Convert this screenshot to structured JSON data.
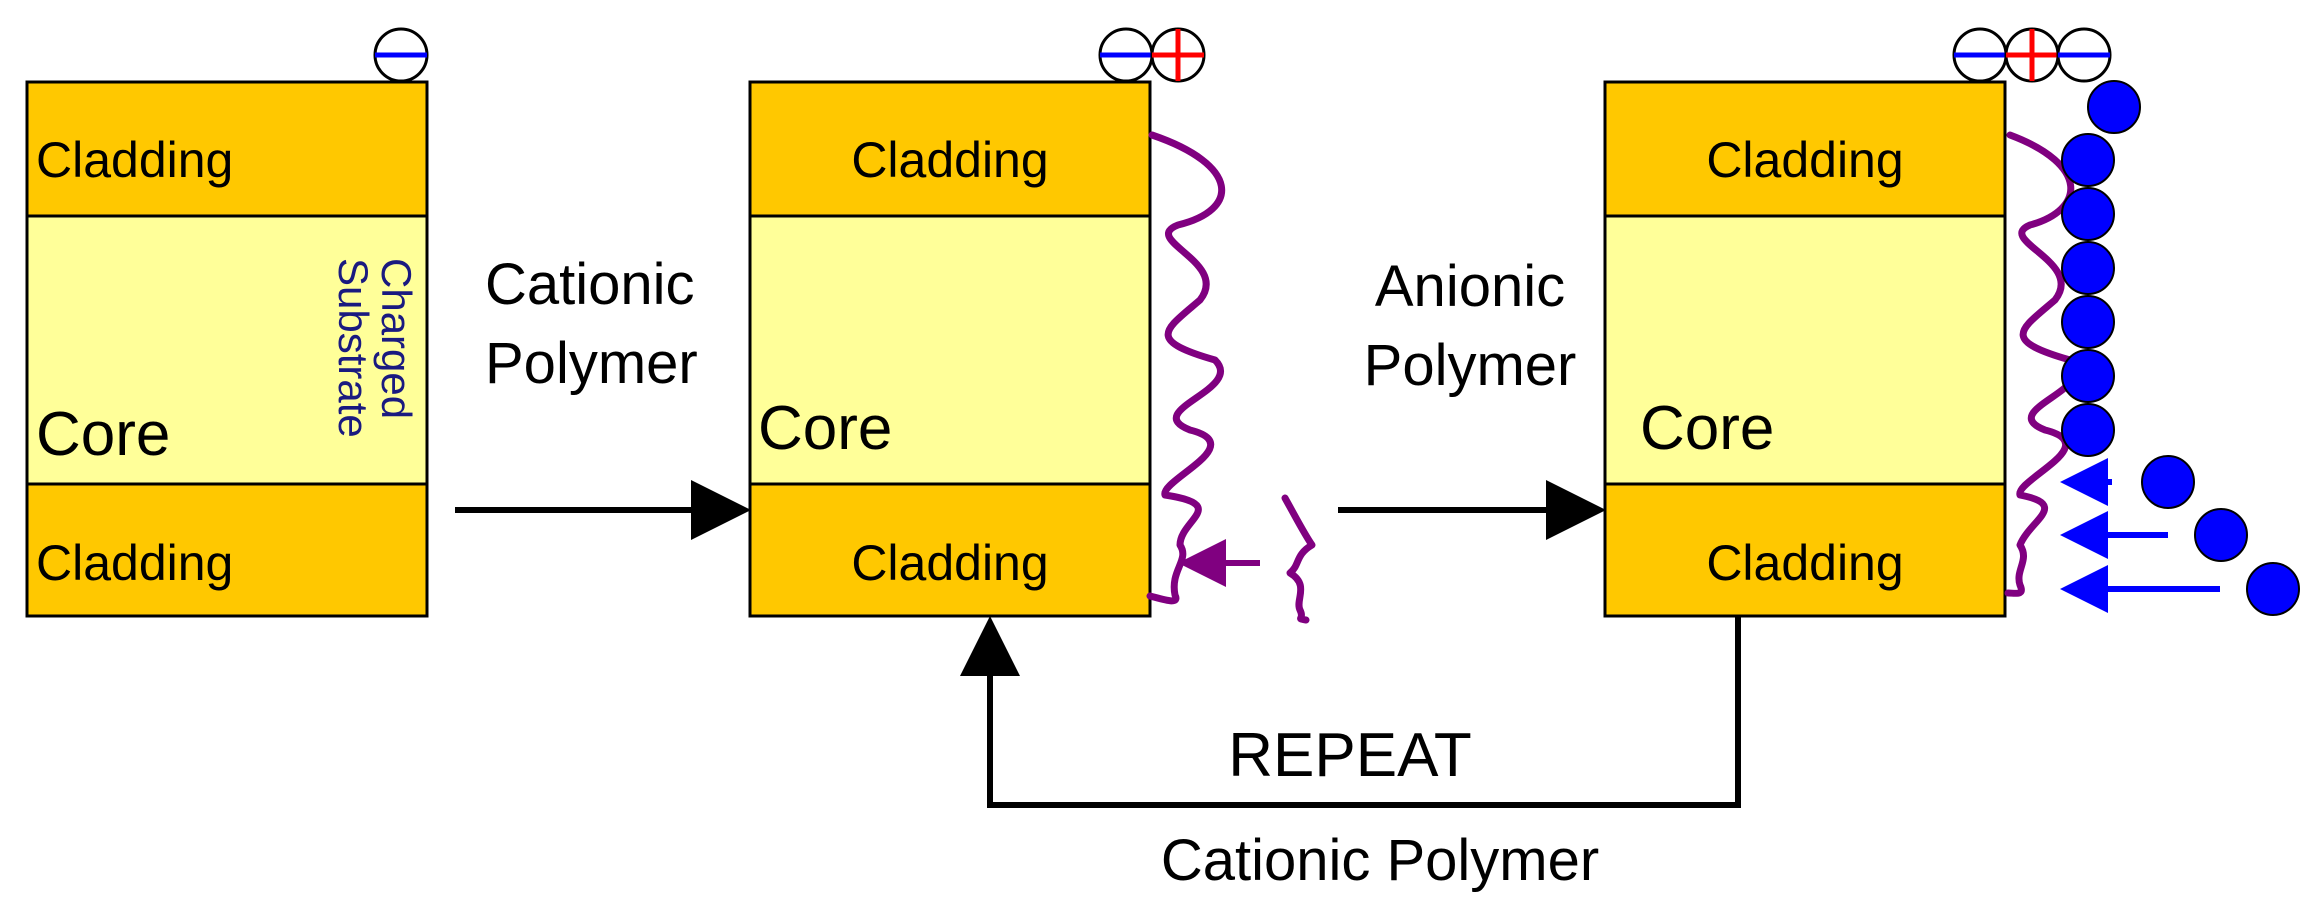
{
  "colors": {
    "cladding": "#FFC800",
    "core": "#FFFF99",
    "outline": "#000000",
    "substrate_text": "#1A1A80",
    "negative_charge": "#0000FF",
    "positive_charge": "#FF0000",
    "cationic_polymer": "#800080",
    "anionic_bead": "#0000FF",
    "arrow": "#000000"
  },
  "panels": [
    {
      "cladding_top": "Cladding",
      "core": "Core",
      "cladding_bottom": "Cladding",
      "substrate_label_line1": "Charged",
      "substrate_label_line2": "Substrate",
      "charges": [
        "-"
      ]
    },
    {
      "cladding_top": "Cladding",
      "core": "Core",
      "cladding_bottom": "Cladding",
      "charges": [
        "-",
        "+"
      ]
    },
    {
      "cladding_top": "Cladding",
      "core": "Core",
      "cladding_bottom": "Cladding",
      "charges": [
        "-",
        "+",
        "-"
      ]
    }
  ],
  "steps": {
    "step1_line1": "Cationic",
    "step1_line2": "Polymer",
    "step2_line1": "Anionic",
    "step2_line2": "Polymer"
  },
  "repeat": {
    "label": "REPEAT",
    "sublabel": "Cationic Polymer"
  }
}
